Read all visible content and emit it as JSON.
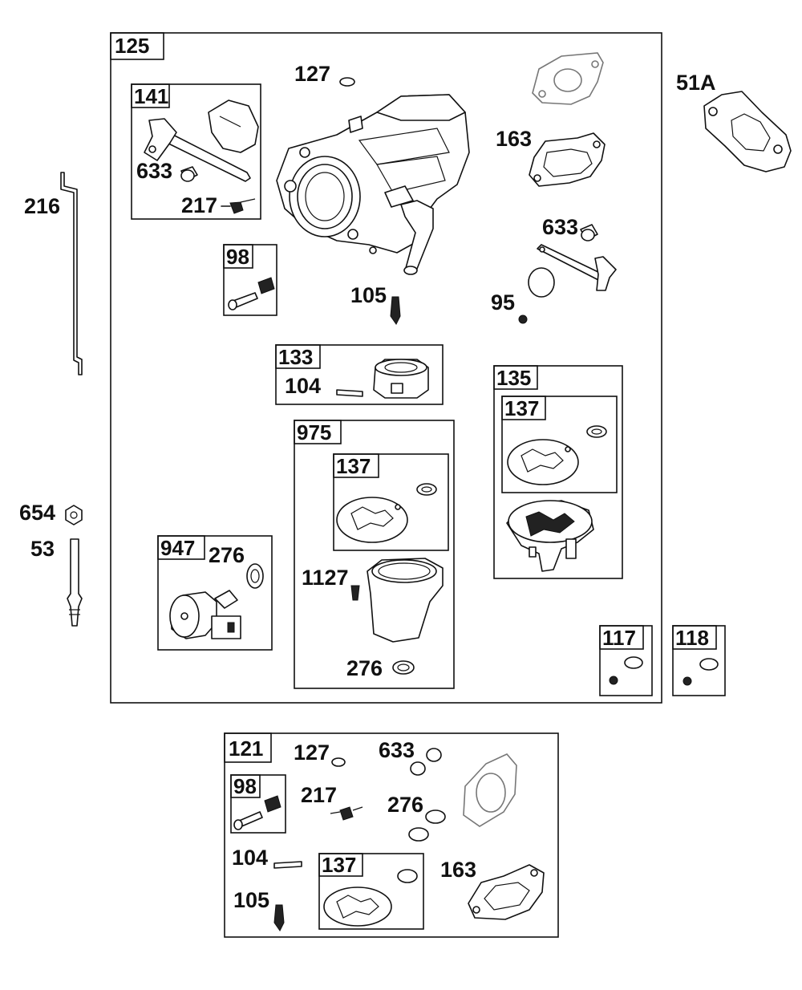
{
  "boxes": {
    "b125": "125",
    "b141": "141",
    "b98_top": "98",
    "b133": "133",
    "b975": "975",
    "b137_in975": "137",
    "b135": "135",
    "b137_in135": "137",
    "b947": "947",
    "b117": "117",
    "b118": "118",
    "b121": "121",
    "b98_bottom": "98",
    "b137_in121": "137"
  },
  "labels": {
    "l127_top": "127",
    "l51A": "51A",
    "l163_top": "163",
    "l633_141": "633",
    "l217_141": "217",
    "l216": "216",
    "l633_right": "633",
    "l105_top": "105",
    "l95": "95",
    "l104_133": "104",
    "l1127": "1127",
    "l276_975": "276",
    "l276_947": "276",
    "l654": "654",
    "l53": "53",
    "l127_121": "127",
    "l633_121": "633",
    "l217_121": "217",
    "l276_121": "276",
    "l104_121": "104",
    "l105_121": "105",
    "l163_121": "163"
  }
}
